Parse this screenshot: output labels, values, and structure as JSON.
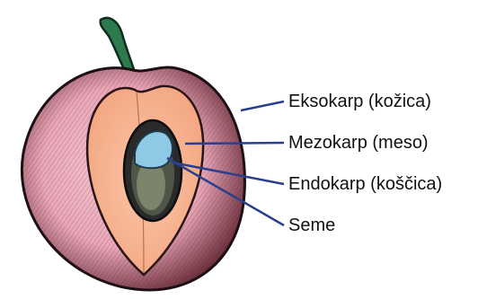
{
  "labels": {
    "exocarp": "Eksokarp (kožica)",
    "mesocarp": "Mezokarp (meso)",
    "endocarp": "Endokarp (koščica)",
    "seed": "Seme"
  },
  "colors": {
    "skin": "#f2b8c6",
    "skin_shadow": "#2a1a1e",
    "flesh": "#f8b493",
    "pit": "#1f1f1f",
    "seed": "#8ec9e6",
    "stem": "#2d7a4f",
    "leader_line": "#2b3f8f"
  }
}
